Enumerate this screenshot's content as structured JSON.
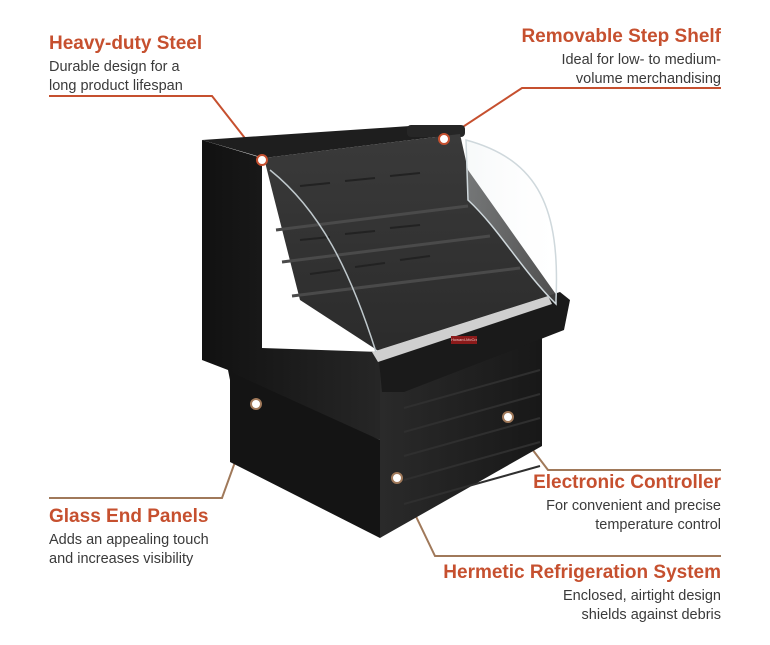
{
  "colors": {
    "accent": "#c6502f",
    "leader": "#a0795a",
    "body_text": "#3a3a3a",
    "cabinet": "#1c1c1c"
  },
  "callouts": {
    "steel": {
      "title": "Heavy-duty Steel",
      "lines": [
        "Durable design for a",
        "long product lifespan"
      ]
    },
    "shelf": {
      "title": "Removable Step Shelf",
      "lines": [
        "Ideal for low- to medium-",
        "volume merchandising"
      ]
    },
    "controller": {
      "title": "Electronic Controller",
      "lines": [
        "For convenient and precise",
        "temperature control"
      ]
    },
    "glass": {
      "title": "Glass End Panels",
      "lines": [
        "Adds an appealing touch",
        "and increases visibility"
      ]
    },
    "refrigeration": {
      "title": "Hermetic Refrigeration System",
      "lines": [
        "Enclosed, airtight design",
        "shields against debris"
      ]
    }
  },
  "product": {
    "badge": "Howard-McCray"
  }
}
